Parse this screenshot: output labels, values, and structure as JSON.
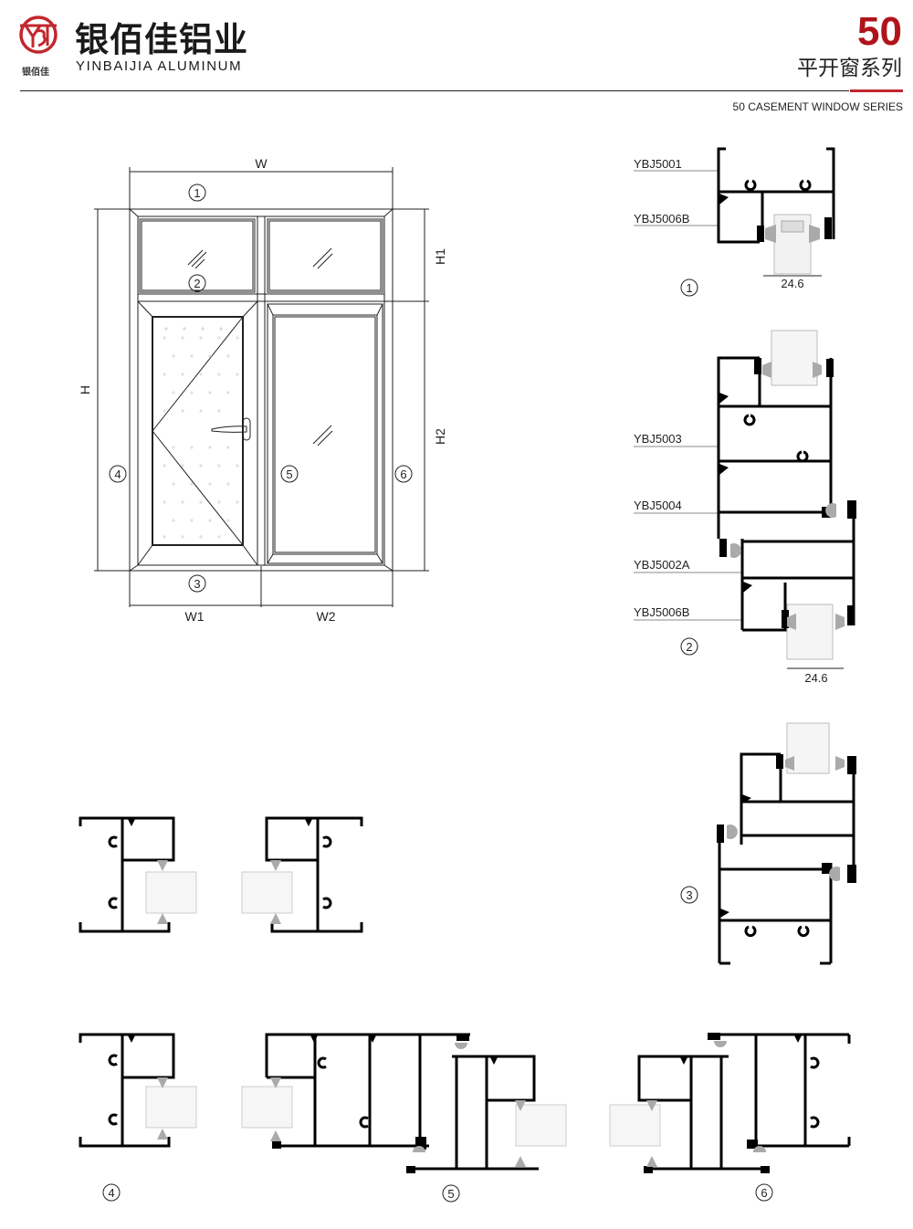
{
  "header": {
    "logo": {
      "monogram": "YBJ",
      "sub_label": "银佰佳"
    },
    "brand_name_cn": "银佰佳铝业",
    "brand_name_en": "YINBAIJIA ALUMINUM",
    "series_number": "50",
    "series_name_cn": "平开窗系列",
    "series_name_en": "50 CASEMENT WINDOW SERIES",
    "colors": {
      "accent_red": "#b0141b",
      "rule_dark": "#231f20"
    }
  },
  "elevation": {
    "dimension_labels": {
      "width": "W",
      "height": "H",
      "top_height": "H1",
      "bottom_height": "H2",
      "left_width": "W1",
      "right_width": "W2"
    },
    "section_markers": [
      "①",
      "②",
      "③",
      "④",
      "⑤",
      "⑥"
    ]
  },
  "sections": {
    "s1": {
      "marker": "①",
      "parts": [
        "YBJ5001",
        "YBJ5006B"
      ],
      "glass_dim": "24.6"
    },
    "s2": {
      "marker": "②",
      "parts": [
        "YBJ5003",
        "YBJ5004",
        "YBJ5002A",
        "YBJ5006B"
      ],
      "glass_dim": "24.6"
    },
    "s3": {
      "marker": "③"
    },
    "s4": {
      "marker": "④"
    },
    "s5": {
      "marker": "⑤"
    },
    "s6": {
      "marker": "⑥"
    }
  }
}
